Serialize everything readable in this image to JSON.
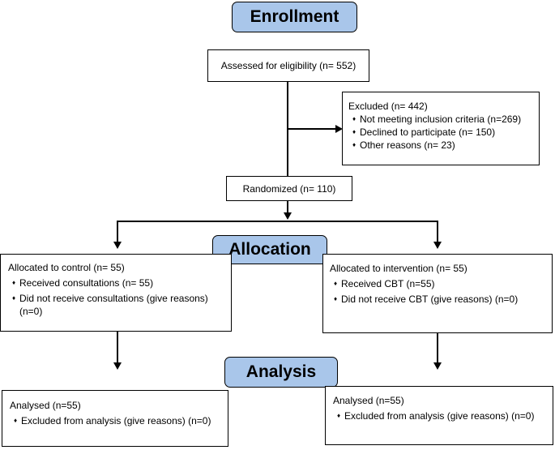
{
  "stages": {
    "enrollment": "Enrollment",
    "allocation": "Allocation",
    "analysis": "Analysis"
  },
  "assessed": "Assessed for eligibility (n= 552)",
  "excluded": {
    "title": "Excluded (n= 442)",
    "items": [
      "Not meeting inclusion criteria (n=269)",
      "Declined to participate (n= 150)",
      "Other reasons (n= 23)"
    ]
  },
  "randomized": "Randomized (n= 110)",
  "control": {
    "title": "Allocated to control (n= 55)",
    "items": [
      "Received consultations (n= 55)",
      "Did not receive consultations (give reasons) (n=0)"
    ]
  },
  "intervention": {
    "title": "Allocated to intervention (n= 55)",
    "items": [
      "Received CBT (n=55)",
      "Did not receive CBT (give reasons) (n=0)"
    ]
  },
  "analysis_left": {
    "title": "Analysed (n=55)",
    "items": [
      "Excluded from analysis (give reasons) (n=0)"
    ]
  },
  "analysis_right": {
    "title": "Analysed (n=55)",
    "items": [
      "Excluded from analysis (give reasons) (n=0)"
    ]
  },
  "bullet_glyph": "♦"
}
